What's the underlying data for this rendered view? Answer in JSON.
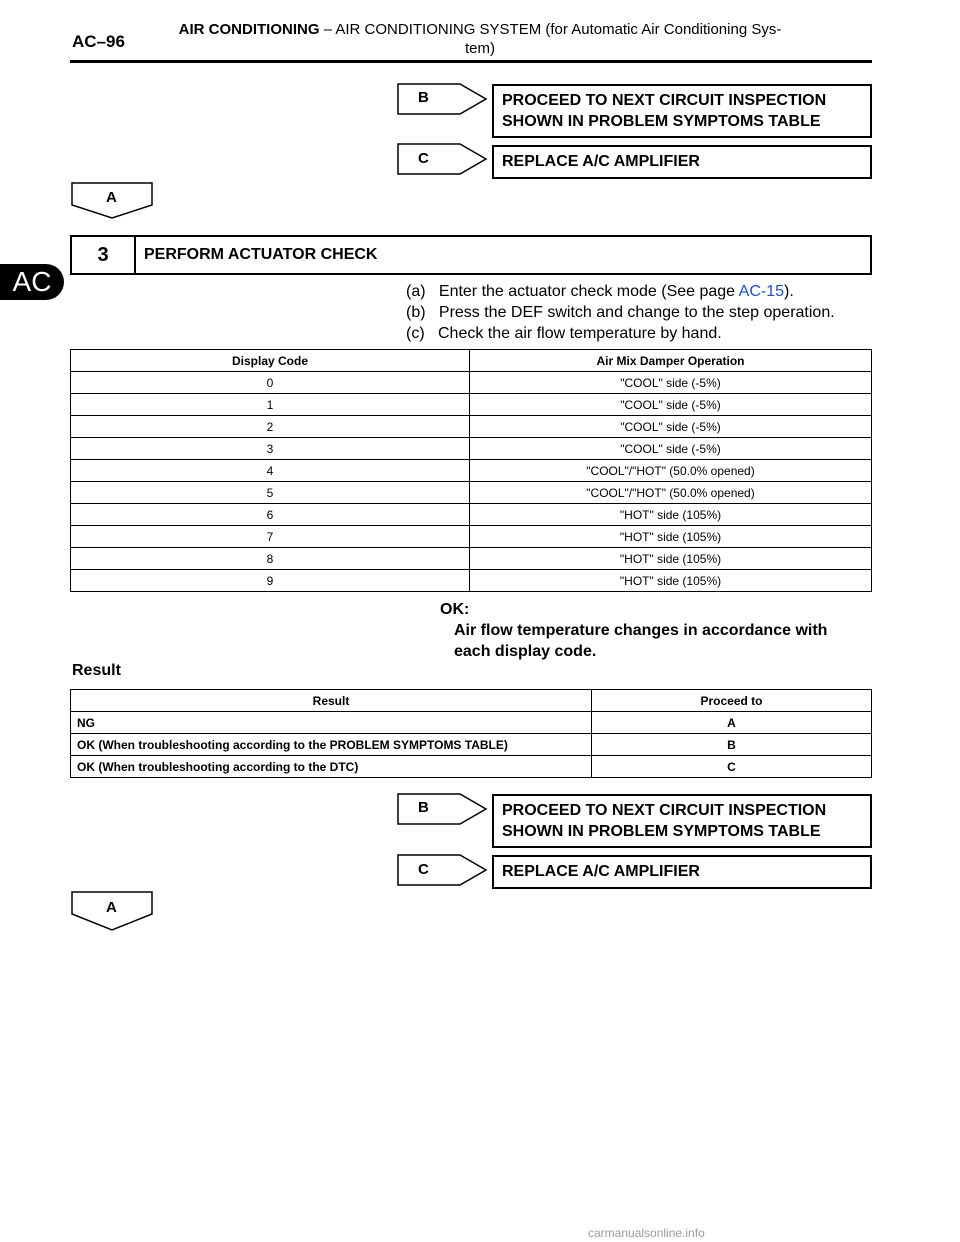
{
  "header": {
    "page_id": "AC–96",
    "section": "AIR CONDITIONING",
    "dash": "–",
    "title_line1": "AIR CONDITIONING SYSTEM (for Automatic Air Conditioning Sys-",
    "title_line2": "tem)"
  },
  "side_tab": "AC",
  "branch1": {
    "b_label": "B",
    "b_text_1": "PROCEED TO NEXT CIRCUIT INSPECTION",
    "b_text_2": "SHOWN IN PROBLEM SYMPTOMS TABLE",
    "c_label": "C",
    "c_text": "REPLACE A/C AMPLIFIER",
    "a_label": "A"
  },
  "step": {
    "number": "3",
    "title": "PERFORM ACTUATOR CHECK"
  },
  "instructions": {
    "a_pre": "(a)   Enter the actuator check mode (See page ",
    "a_link": "AC-15",
    "a_post": ").",
    "b": "(b)   Press the DEF switch and change to the step operation.",
    "c": "(c)   Check the air flow temperature by hand."
  },
  "actuator_table": {
    "headers": [
      "Display Code",
      "Air Mix Damper Operation"
    ],
    "rows": [
      [
        "0",
        "\"COOL\" side (-5%)"
      ],
      [
        "1",
        "\"COOL\" side (-5%)"
      ],
      [
        "2",
        "\"COOL\" side (-5%)"
      ],
      [
        "3",
        "\"COOL\" side (-5%)"
      ],
      [
        "4",
        "\"COOL\"/\"HOT\" (50.0% opened)"
      ],
      [
        "5",
        "\"COOL\"/\"HOT\" (50.0% opened)"
      ],
      [
        "6",
        "\"HOT\" side (105%)"
      ],
      [
        "7",
        "\"HOT\" side (105%)"
      ],
      [
        "8",
        "\"HOT\" side (105%)"
      ],
      [
        "9",
        "\"HOT\" side (105%)"
      ]
    ]
  },
  "ok": {
    "label": "OK:",
    "text_1": "Air flow temperature changes in accordance with",
    "text_2": "each display code."
  },
  "result_heading": "Result",
  "result_table": {
    "headers": [
      "Result",
      "Proceed to"
    ],
    "rows": [
      [
        "NG",
        "A"
      ],
      [
        "OK (When troubleshooting according to the PROBLEM SYMPTOMS TABLE)",
        "B"
      ],
      [
        "OK (When troubleshooting according to the DTC)",
        "C"
      ]
    ]
  },
  "branch2": {
    "b_label": "B",
    "b_text_1": "PROCEED TO NEXT CIRCUIT INSPECTION",
    "b_text_2": "SHOWN IN PROBLEM SYMPTOMS TABLE",
    "c_label": "C",
    "c_text": "REPLACE A/C AMPLIFIER",
    "a_label": "A"
  },
  "footer": "carmanualsonline.info"
}
